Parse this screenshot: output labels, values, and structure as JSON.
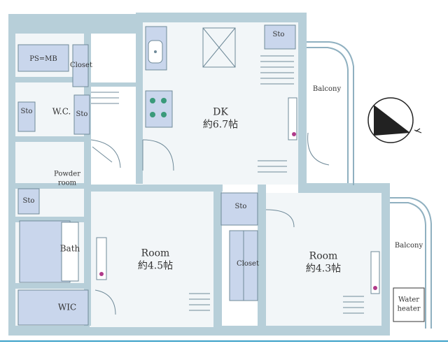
{
  "rooms": {
    "dk": {
      "name": "DK",
      "size": "約6.7帖"
    },
    "room_left": {
      "name": "Room",
      "size": "約4.5帖"
    },
    "room_right": {
      "name": "Room",
      "size": "約4.3帖"
    }
  },
  "labels": {
    "ps_mb": "PS=MB",
    "closet_top": "Closet",
    "sto_dk": "Sto",
    "sto_wc_left": "Sto",
    "sto_wc_right": "Sto",
    "wc": "W.C.",
    "powder_room_1": "Powder",
    "powder_room_2": "room",
    "sto_powder": "Sto",
    "bath": "Bath",
    "wic": "WIC",
    "sto_mid": "Sto",
    "closet_mid": "Closet",
    "balcony_top": "Balcony",
    "balcony_right": "Balcony",
    "water_heater_1": "Water",
    "water_heater_2": "heater"
  },
  "colors": {
    "wall": "#b7cfd9",
    "wall_dark": "#8fb0c0",
    "fill_blue": "#c9d6ec",
    "fill_light": "#eef3f6",
    "line": "#6f8a99",
    "outlet": "#b03a8a",
    "compass": "#222222"
  },
  "icons": [
    "compass-north-icon",
    "kitchen-sink-icon",
    "stove-burner-icon",
    "door-swing-icon"
  ]
}
